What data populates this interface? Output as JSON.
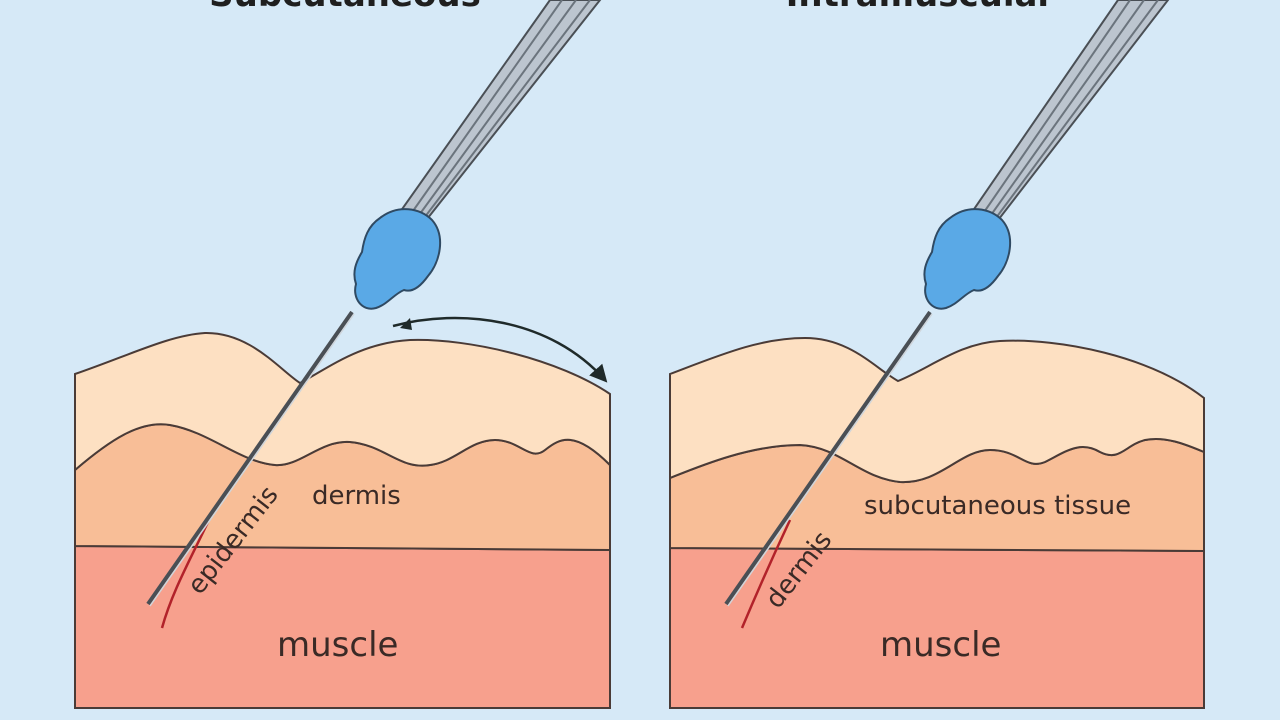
{
  "panels": {
    "left": {
      "title": "Subcutaneous",
      "labels": {
        "dermis": "dermis",
        "muscle": "muscle",
        "needle_label": "epidermis"
      }
    },
    "right": {
      "title": "Intramuscular",
      "labels": {
        "subcutaneous": "subcutaneous tissue",
        "muscle": "muscle",
        "needle_label": "dermis"
      }
    }
  },
  "colors": {
    "background": "#d6e9f7",
    "epidermis_layer": "#fde0c2",
    "dermis_layer": "#f8be97",
    "muscle_layer": "#f7a08d",
    "needle_hub": "#5aa9e6",
    "needle_track": "#b2222a"
  }
}
